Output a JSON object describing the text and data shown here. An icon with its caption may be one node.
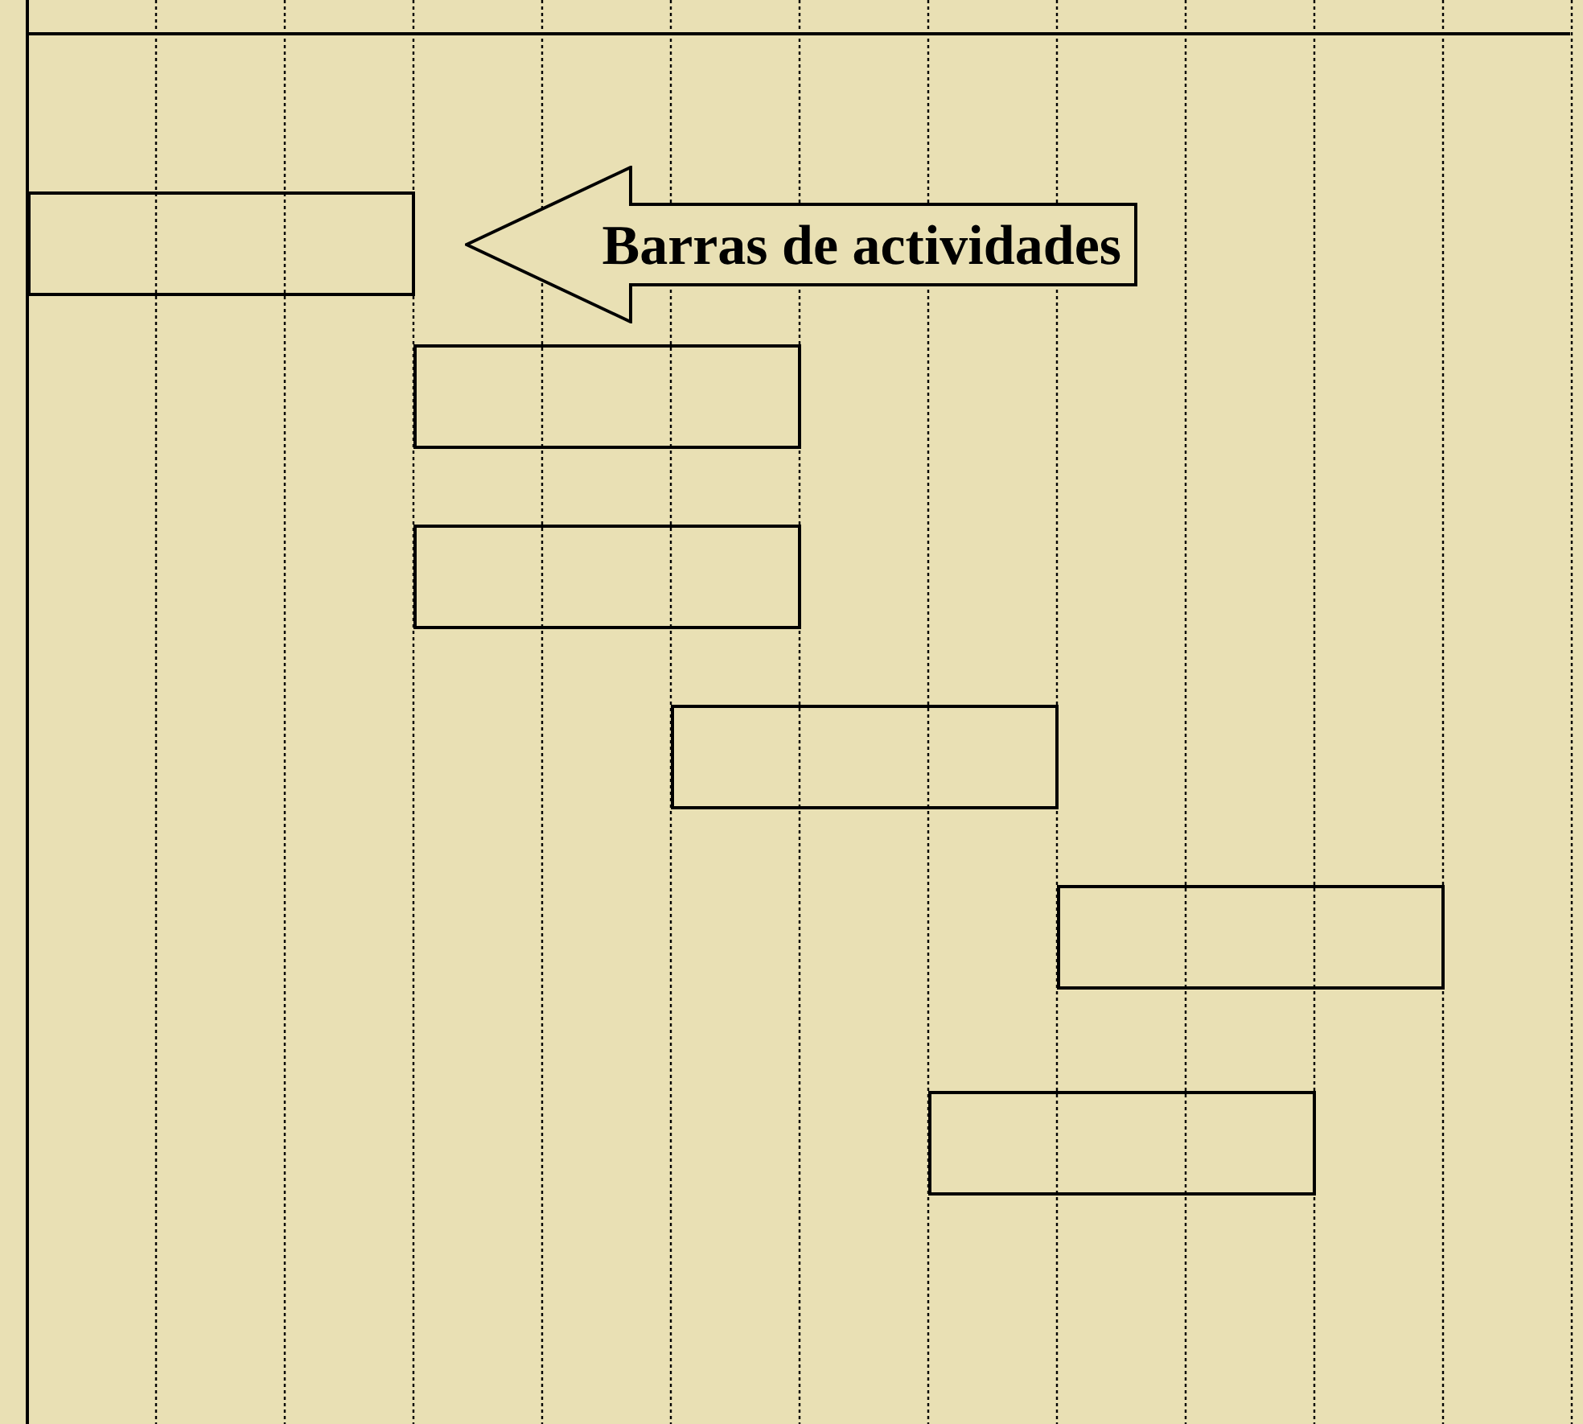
{
  "diagram": {
    "nodes": [
      {
        "text": [
          "Barras de actividades"
        ]
      },
      {
        "text": [],
        "shape": "bar"
      },
      {
        "text": [],
        "shape": "bar"
      },
      {
        "text": [],
        "shape": "bar"
      },
      {
        "text": [],
        "shape": "bar"
      },
      {
        "text": [],
        "shape": "bar"
      },
      {
        "text": [],
        "shape": "bar"
      }
    ]
  }
}
